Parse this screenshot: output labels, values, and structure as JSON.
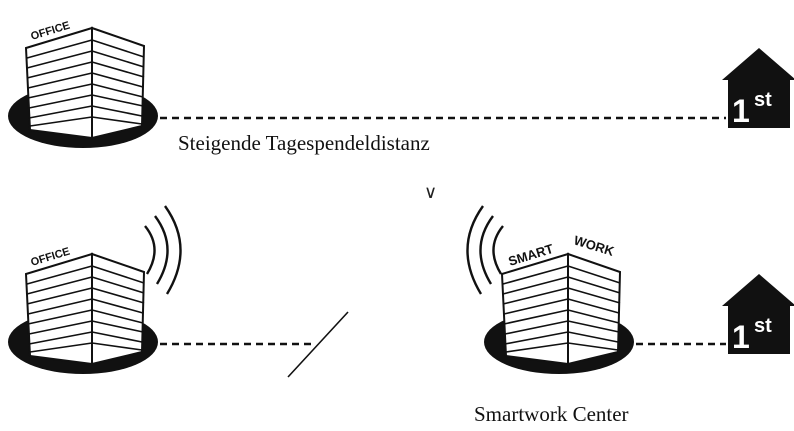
{
  "top_row": {
    "office": {
      "sign": "OFFICE"
    },
    "home": {
      "number": "1",
      "suffix": "st"
    },
    "caption": "Steigende Tagespendeldistanz"
  },
  "operator": "∨",
  "bottom_row": {
    "office": {
      "sign": "OFFICE"
    },
    "smartwork": {
      "sign_left": "SMART",
      "sign_right": "WORK"
    },
    "home": {
      "number": "1",
      "suffix": "st"
    },
    "caption": "Smartwork Center"
  },
  "colors": {
    "ink": "#111111",
    "paper": "#ffffff"
  }
}
